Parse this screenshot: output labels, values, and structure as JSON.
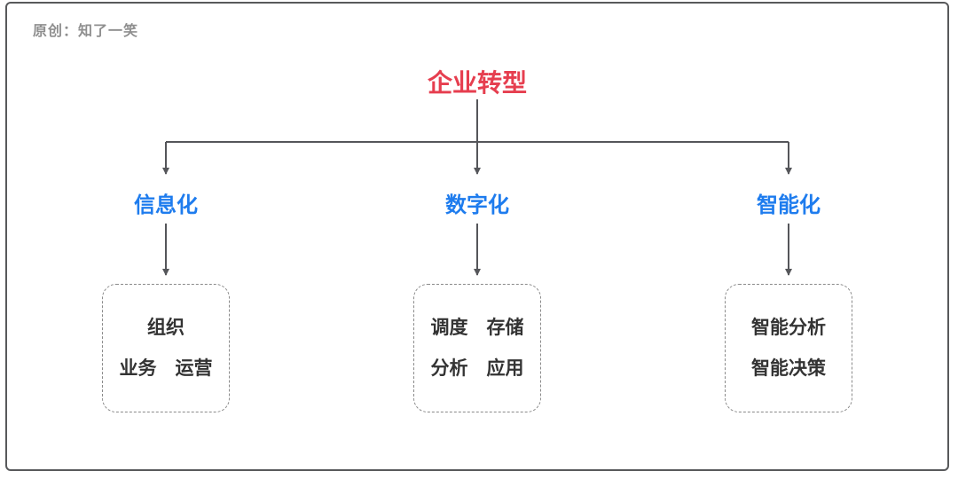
{
  "watermark": "原创：知了一笑",
  "colors": {
    "root": "#E63E4F",
    "branch": "#1E7CEE",
    "line": "#55565A",
    "box_border": "#8A8A8A",
    "box_text": "#333333",
    "watermark_text": "#8F8F8F",
    "frame_border": "#58595B"
  },
  "root": {
    "label": "企业转型"
  },
  "branches": [
    {
      "label": "信息化",
      "box_lines": [
        "组织",
        "业务　运营"
      ]
    },
    {
      "label": "数字化",
      "box_lines": [
        "调度　存储",
        "分析　应用"
      ]
    },
    {
      "label": "智能化",
      "box_lines": [
        "智能分析",
        "智能决策"
      ]
    }
  ]
}
